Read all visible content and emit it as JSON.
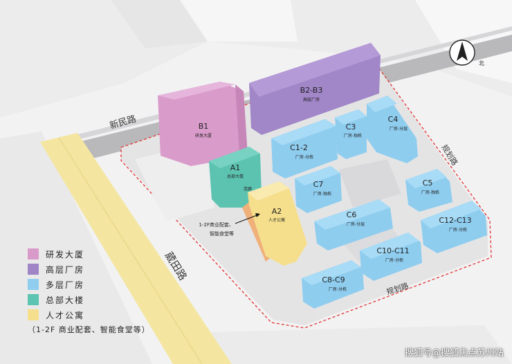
{
  "roads": {
    "xinmin": "新民路",
    "weitian": "葳田路",
    "plan_right": "规划路",
    "plan_bottom": "规划路"
  },
  "buildings": {
    "B1": {
      "code": "B1",
      "desc": "研发大厦"
    },
    "B2B3": {
      "code": "B2-B3",
      "desc": "高层厂房"
    },
    "A1": {
      "code": "A1",
      "desc": "总部大楼"
    },
    "A2": {
      "code": "A2",
      "desc": "人才公寓"
    },
    "C1_2": {
      "code": "C1-2",
      "desc": "厂房-分栋"
    },
    "C3": {
      "code": "C3",
      "desc": "厂房-独栋"
    },
    "C4": {
      "code": "C4",
      "desc": "厂房-分层"
    },
    "C5": {
      "code": "C5",
      "desc": "厂房-独栋"
    },
    "C6": {
      "code": "C6",
      "desc": "厂房-分层"
    },
    "C7": {
      "code": "C7",
      "desc": "厂房-独栋"
    },
    "C8_C9": {
      "code": "C8-C9",
      "desc": "厂房-分栋"
    },
    "C10_C11": {
      "code": "C10-C11",
      "desc": "厂房-分栋"
    },
    "C12_C13": {
      "code": "C12-C13",
      "desc": "厂房-分栋"
    }
  },
  "link_label": "连廊",
  "callout": {
    "line1": "1-2F商业配套、",
    "line2": "智能食堂等"
  },
  "compass": {
    "north": "北"
  },
  "legend": {
    "items": [
      {
        "label": "研发大厦",
        "color": "#d89ac9"
      },
      {
        "label": "高层厂房",
        "color": "#9f84c6"
      },
      {
        "label": "多层厂房",
        "color": "#8fcdef"
      },
      {
        "label": "总部大楼",
        "color": "#5cc4b1"
      },
      {
        "label": "人才公寓",
        "color": "#f5df8c"
      }
    ],
    "note": "（1-2F 商业配套、智能食堂等）"
  },
  "watermark": "搜狐号@搜狐焦点苏州站"
}
